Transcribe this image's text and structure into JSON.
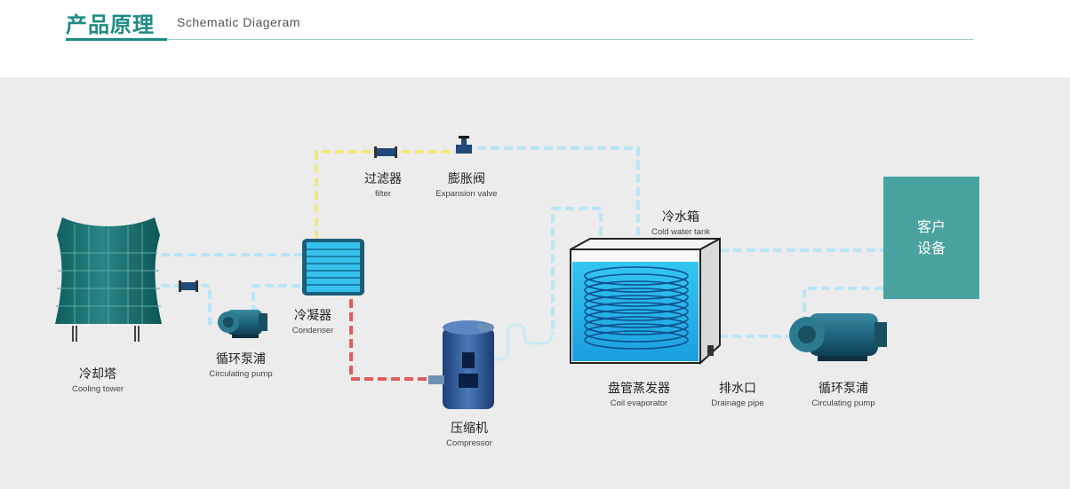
{
  "header": {
    "title_cn": "产品原理",
    "title_en": "Schematic Diageram"
  },
  "components": {
    "cooling_tower": {
      "cn": "冷却塔",
      "en": "Cooling tower"
    },
    "pump_left": {
      "cn": "循环泵浦",
      "en": "Circulating pump"
    },
    "condenser": {
      "cn": "冷凝器",
      "en": "Condenser"
    },
    "filter": {
      "cn": "过滤器",
      "en": "filter"
    },
    "expansion_valve": {
      "cn": "膨胀阀",
      "en": "Expansion valve"
    },
    "compressor": {
      "cn": "压缩机",
      "en": "Compressor"
    },
    "cold_water_tank": {
      "cn": "冷水箱",
      "en": "Cold water tank"
    },
    "coil_evaporator": {
      "cn": "盘管蒸发器",
      "en": "Coil evaporator"
    },
    "drainage": {
      "cn": "排水口",
      "en": "Drainage pipe"
    },
    "pump_right": {
      "cn": "循环泵浦",
      "en": "Circulating pump"
    },
    "customer": {
      "line1": "客户",
      "line2": "设备"
    }
  },
  "colors": {
    "accent": "#1e8a84",
    "water": "#8fd3ee",
    "hot_refrigerant": "#e04a4a",
    "liquid_refrigerant": "#f2e05a",
    "customer_box": "#4aa3a1"
  }
}
